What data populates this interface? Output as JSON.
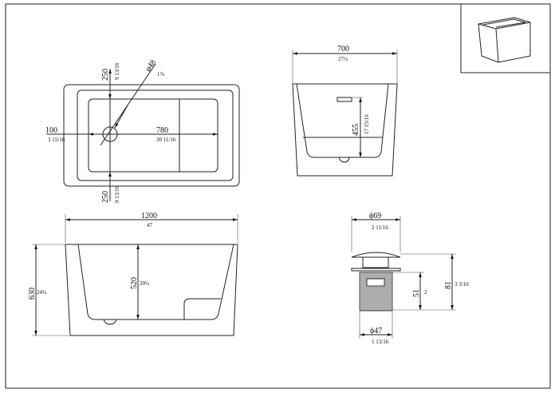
{
  "top_view": {
    "drain_diameter": "ø48",
    "drain_diameter_in": "1⅞",
    "offset_top": "250",
    "offset_top_in": "9 13/16",
    "offset_bottom": "250",
    "offset_bottom_in": "9 13/16",
    "offset_left": "100",
    "offset_left_in": "3 15/16",
    "inner_length": "780",
    "inner_length_in": "30 11/16"
  },
  "end_view": {
    "width": "700",
    "width_in": "27½",
    "depth": "455",
    "depth_in": "17 15/16"
  },
  "side_view": {
    "length": "1200",
    "length_in": "47",
    "height": "630",
    "height_in": "24¾",
    "inner_depth": "520",
    "inner_depth_in": "20½"
  },
  "drain_detail": {
    "cap_diameter": "ϕ69",
    "cap_diameter_in": "2 11/16",
    "body_diameter": "ϕ47",
    "body_diameter_in": "1 13/16",
    "total_height": "81",
    "total_height_in": "3 3/16",
    "body_height": "51",
    "body_height_in": "2"
  }
}
